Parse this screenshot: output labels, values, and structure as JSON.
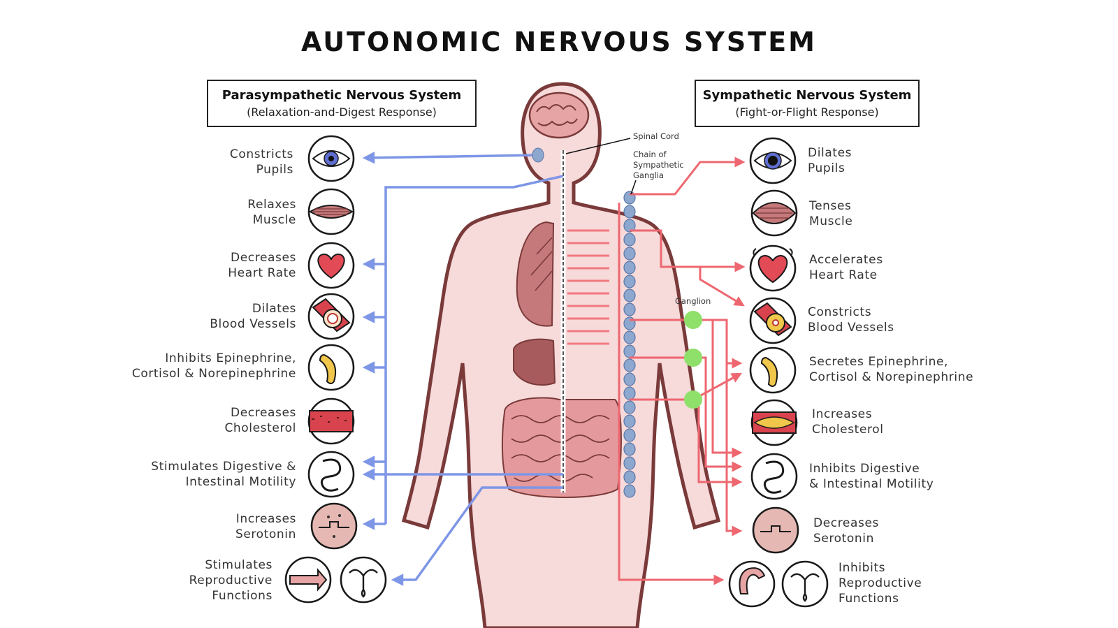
{
  "title": "AUTONOMIC NERVOUS SYSTEM",
  "parasympathetic": {
    "heading": "Parasympathetic Nervous System",
    "subheading": "(Relaxation-and-Digest Response)",
    "effects": [
      {
        "lines": [
          "Constricts",
          "Pupils"
        ],
        "icon": "eye-icon"
      },
      {
        "lines": [
          "Relaxes",
          "Muscle"
        ],
        "icon": "relaxed-muscle-icon"
      },
      {
        "lines": [
          "Decreases",
          "Heart Rate"
        ],
        "icon": "heart-icon"
      },
      {
        "lines": [
          "Dilates",
          "Blood Vessels"
        ],
        "icon": "dilated-vessel-icon"
      },
      {
        "lines": [
          "Inhibits Epinephrine,",
          "Cortisol & Norepinephrine"
        ],
        "icon": "adrenal-gland-icon"
      },
      {
        "lines": [
          "Decreases",
          "Cholesterol"
        ],
        "icon": "clear-artery-icon"
      },
      {
        "lines": [
          "Stimulates Digestive &",
          "Intestinal Motility"
        ],
        "icon": "intestine-icon"
      },
      {
        "lines": [
          "Increases",
          "Serotonin"
        ],
        "icon": "serotonin-synapse-icon"
      },
      {
        "lines": [
          "Stimulates",
          "Reproductive",
          "Functions"
        ],
        "icon": "reproductive-organs-icon"
      }
    ]
  },
  "sympathetic": {
    "heading": "Sympathetic Nervous System",
    "subheading": "(Fight-or-Flight Response)",
    "effects": [
      {
        "lines": [
          "Dilates",
          "Pupils"
        ],
        "icon": "eye-icon"
      },
      {
        "lines": [
          "Tenses",
          "Muscle"
        ],
        "icon": "tense-muscle-icon"
      },
      {
        "lines": [
          "Accelerates",
          "Heart Rate"
        ],
        "icon": "heart-icon"
      },
      {
        "lines": [
          "Constricts",
          "Blood Vessels"
        ],
        "icon": "constricted-vessel-icon"
      },
      {
        "lines": [
          "Secretes Epinephrine,",
          "Cortisol & Norepinephrine"
        ],
        "icon": "adrenal-gland-icon"
      },
      {
        "lines": [
          "Increases",
          "Cholesterol"
        ],
        "icon": "clogged-artery-icon"
      },
      {
        "lines": [
          "Inhibits Digestive",
          "& Intestinal Motility"
        ],
        "icon": "intestine-icon"
      },
      {
        "lines": [
          "Decreases",
          "Serotonin"
        ],
        "icon": "serotonin-synapse-icon"
      },
      {
        "lines": [
          "Inhibits",
          "Reproductive",
          "Functions"
        ],
        "icon": "reproductive-organs-icon"
      }
    ]
  },
  "annotations": {
    "spinal_cord": "Spinal Cord",
    "chain": [
      "Chain of",
      "Sympathetic",
      "Ganglia"
    ],
    "ganglion": "Ganglion"
  },
  "colors": {
    "parasympathetic_line": "#7e96e6",
    "sympathetic_line": "#ee6770",
    "ganglion_node": "#8fe06a",
    "body_fill": "#f7dada",
    "body_outline": "#7a3a3a",
    "organ_fill": "#c5797b",
    "sympathetic_chain": "#8da7cf"
  }
}
